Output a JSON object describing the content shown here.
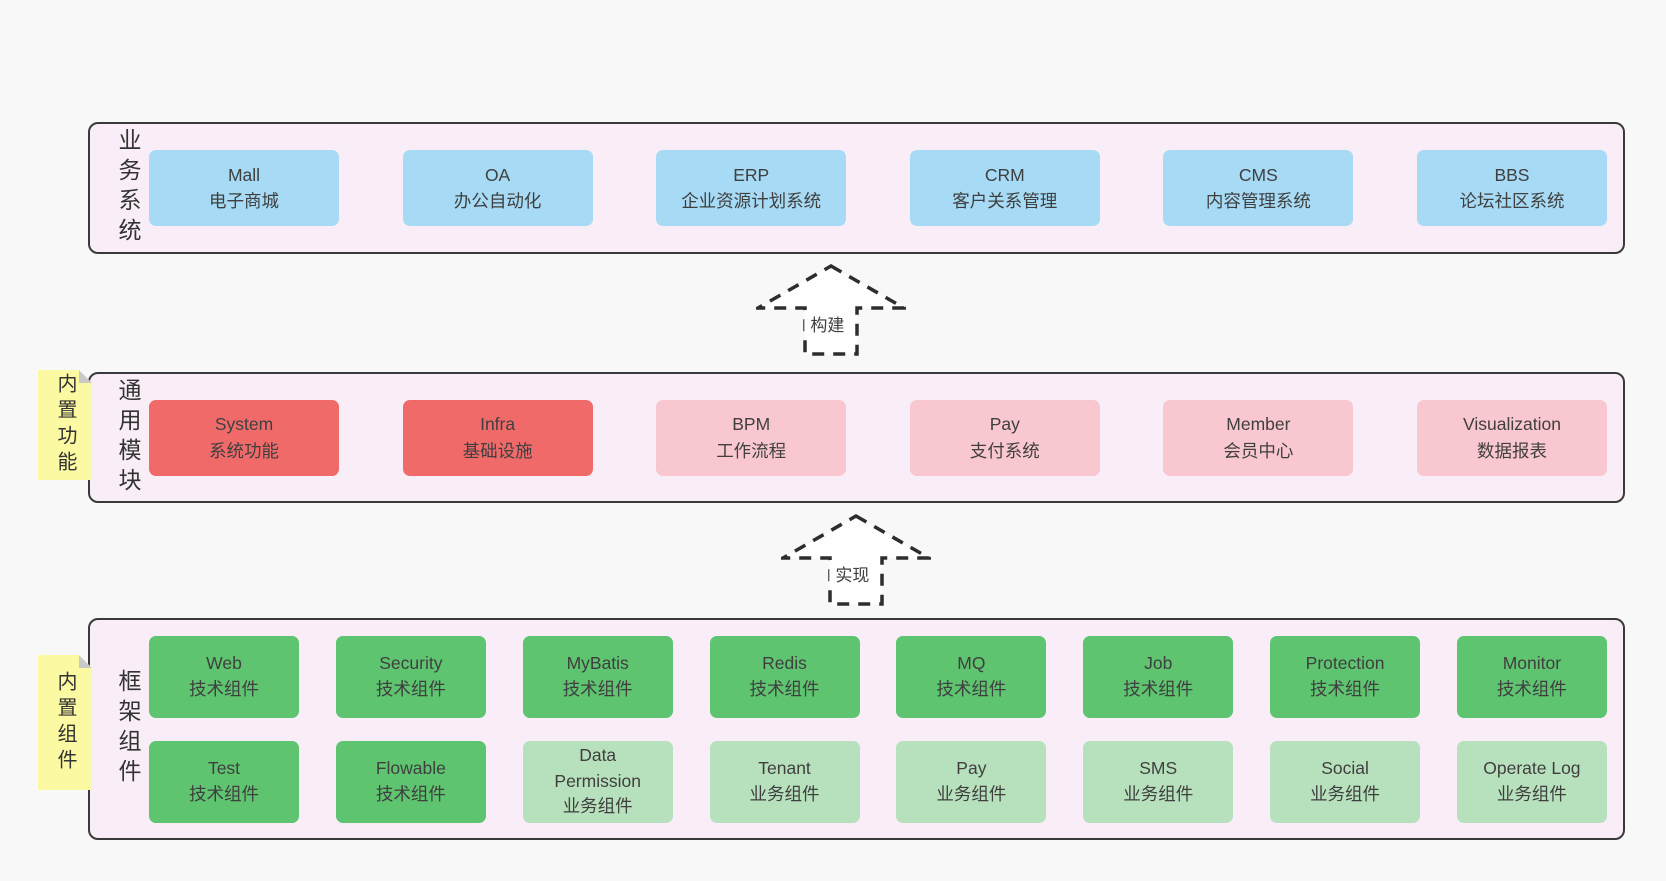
{
  "colors": {
    "page_bg": "#f8f8f8",
    "container_bg": "#f9eef8",
    "container_border": "#3a3a3a",
    "blue": "#a6daf5",
    "red": "#f16a6a",
    "pink": "#f9c7d0",
    "green": "#5ec470",
    "light_green": "#b7e1bc",
    "sticky_yellow": "#fcf9a3",
    "sticky_fold": "#c9c9c9",
    "text": "#3f3f3f"
  },
  "layers": {
    "business": {
      "side_label": "业务系统",
      "items": [
        {
          "name": "mall",
          "text": "Mall\n电子商城"
        },
        {
          "name": "oa",
          "text": "OA\n办公自动化"
        },
        {
          "name": "erp",
          "text": "ERP\n企业资源计划系统"
        },
        {
          "name": "crm",
          "text": "CRM\n客户关系管理"
        },
        {
          "name": "cms",
          "text": "CMS\n内容管理系统"
        },
        {
          "name": "bbs",
          "text": "BBS\n论坛社区系统"
        }
      ]
    },
    "modules": {
      "side_label": "通用模块",
      "sticky_label": "内置功能",
      "items": [
        {
          "name": "system",
          "text": "System\n系统功能"
        },
        {
          "name": "infra",
          "text": "Infra\n基础设施"
        },
        {
          "name": "bpm",
          "text": "BPM\n工作流程"
        },
        {
          "name": "pay",
          "text": "Pay\n支付系统"
        },
        {
          "name": "member",
          "text": "Member\n会员中心"
        },
        {
          "name": "visualization",
          "text": "Visualization\n数据报表"
        }
      ]
    },
    "framework": {
      "side_label": "框架组件",
      "sticky_label": "内置组件",
      "row1": [
        {
          "name": "web",
          "text": "Web\n技术组件"
        },
        {
          "name": "security",
          "text": "Security\n技术组件"
        },
        {
          "name": "mybatis",
          "text": "MyBatis\n技术组件"
        },
        {
          "name": "redis",
          "text": "Redis\n技术组件"
        },
        {
          "name": "mq",
          "text": "MQ\n技术组件"
        },
        {
          "name": "job",
          "text": "Job\n技术组件"
        },
        {
          "name": "protection",
          "text": "Protection\n技术组件"
        },
        {
          "name": "monitor",
          "text": "Monitor\n技术组件"
        }
      ],
      "row2": [
        {
          "name": "test",
          "text": "Test\n技术组件"
        },
        {
          "name": "flowable",
          "text": "Flowable\n技术组件"
        },
        {
          "name": "data-permission",
          "text": "Data\nPermission\n业务组件"
        },
        {
          "name": "tenant",
          "text": "Tenant\n业务组件"
        },
        {
          "name": "pay-biz",
          "text": "Pay\n业务组件"
        },
        {
          "name": "sms",
          "text": "SMS\n业务组件"
        },
        {
          "name": "social",
          "text": "Social\n业务组件"
        },
        {
          "name": "operate-log",
          "text": "Operate Log\n业务组件"
        }
      ]
    }
  },
  "arrows": {
    "build": "构建",
    "implement": "实现"
  }
}
